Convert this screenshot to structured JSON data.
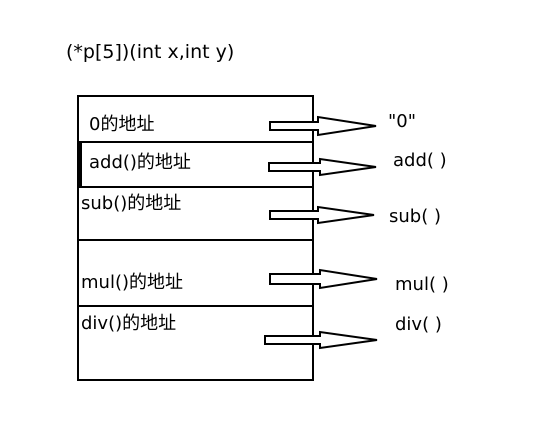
{
  "title": "(*p[5])(int x,int y)",
  "cells": [
    {
      "label": "0的地址",
      "target": "\"0\""
    },
    {
      "label": "add()的地址",
      "target": "add( )"
    },
    {
      "label": "sub()的地址",
      "target": "sub( )"
    },
    {
      "label": "mul()的地址",
      "target": "mul( )"
    },
    {
      "label": "div()的地址",
      "target": "div( )"
    }
  ],
  "colors": {
    "stroke": "#000000",
    "background": "#ffffff"
  }
}
